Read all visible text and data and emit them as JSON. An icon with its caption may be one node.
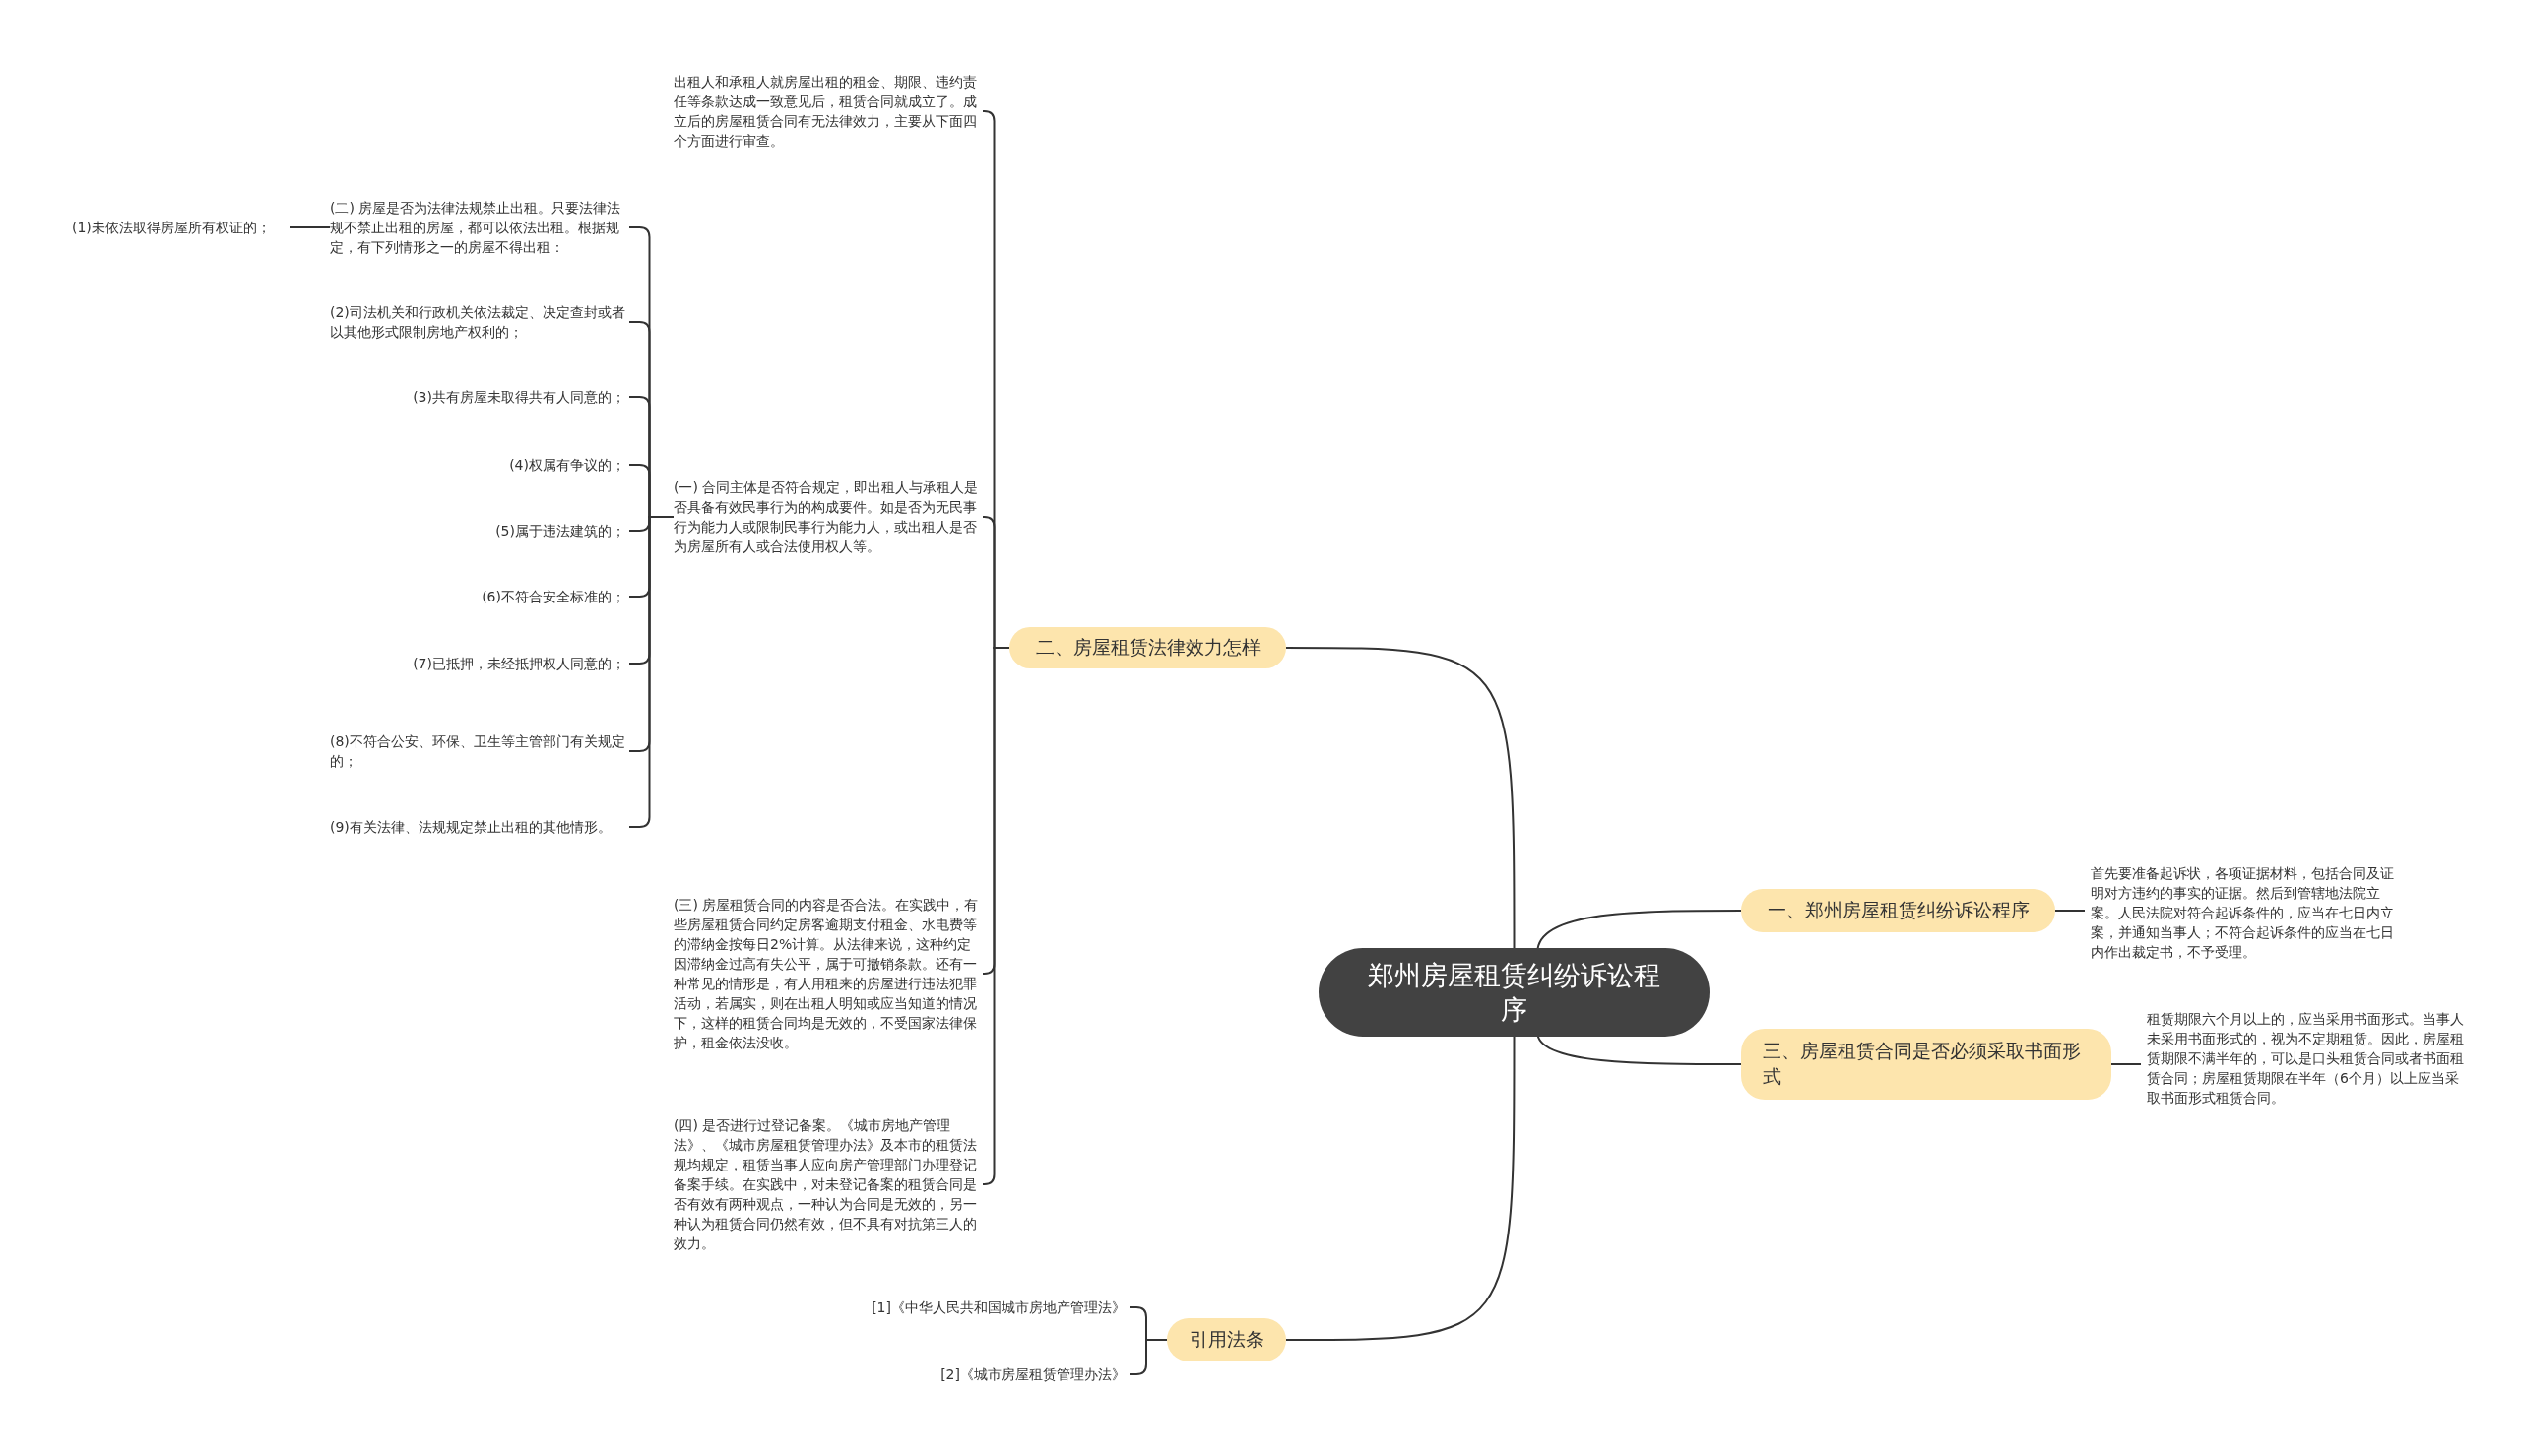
{
  "diagram": {
    "nodes": [
      {
        "text": [
          "郑州房屋租赁纠纷诉讼程序"
        ]
      },
      {
        "text": [
          "二、房屋租赁法律效力怎样"
        ]
      },
      {
        "text": [
          "出租人和承租人就房屋出租的租金、期限、违约责任等条款达成一致意见后，租赁合同就成立了。成立后的房屋租赁合同有无法律效力，主要从下面四个方面进行审查。"
        ]
      },
      {
        "text": [
          "(一) 合同主体是否符合规定，即出租人与承租人是否具备有效民事行为的构成要件。如是否为无民事行为能力人或限制民事行为能力人，或出租人是否为房屋所有人或合法使用权人等。"
        ]
      },
      {
        "text": [
          "(二) 房屋是否为法律法规禁止出租。只要法律法规不禁止出租的房屋，都可以依法出租。根据规定，有下列情形之一的房屋不得出租："
        ]
      },
      {
        "text": [
          "(1)未依法取得房屋所有权证的；"
        ]
      },
      {
        "text": [
          "(2)司法机关和行政机关依法裁定、决定查封或者以其他形式限制房地产权利的；"
        ]
      },
      {
        "text": [
          "(3)共有房屋未取得共有人同意的；"
        ]
      },
      {
        "text": [
          "(4)权属有争议的；"
        ]
      },
      {
        "text": [
          "(5)属于违法建筑的；"
        ]
      },
      {
        "text": [
          "(6)不符合安全标准的；"
        ]
      },
      {
        "text": [
          "(7)已抵押，未经抵押权人同意的；"
        ]
      },
      {
        "text": [
          "(8)不符合公安、环保、卫生等主管部门有关规定的；"
        ]
      },
      {
        "text": [
          "(9)有关法律、法规规定禁止出租的其他情形。"
        ]
      },
      {
        "text": [
          "(三) 房屋租赁合同的内容是否合法。在实践中，有些房屋租赁合同约定房客逾期支付租金、水电费等的滞纳金按每日2%计算。从法律来说，这种约定因滞纳金过高有失公平，属于可撤销条款。还有一种常见的情形是，有人用租来的房屋进行违法犯罪活动，若属实，则在出租人明知或应当知道的情况下，这样的租赁合同均是无效的，不受国家法律保护，租金依法没收。"
        ]
      },
      {
        "text": [
          "(四) 是否进行过登记备案。《城市房地产管理法》、《城市房屋租赁管理办法》及本市的租赁法规均规定，租赁当事人应向房产管理部门办理登记备案手续。在实践中，对未登记备案的租赁合同是否有效有两种观点，一种认为合同是无效的，另一种认为租赁合同仍然有效，但不具有对抗第三人的效力。"
        ]
      },
      {
        "text": [
          "一、郑州房屋租赁纠纷诉讼程序"
        ]
      },
      {
        "text": [
          "首先要准备起诉状，各项证据材料，包括合同及证明对方违约的事实的证据。然后到管辖地法院立案。人民法院对符合起诉条件的，应当在七日内立案，并通知当事人；不符合起诉条件的应当在七日内作出裁定书，不予受理。"
        ]
      },
      {
        "text": [
          "三、房屋租赁合同是否必须采取书面形式"
        ]
      },
      {
        "text": [
          "租赁期限六个月以上的，应当采用书面形式。当事人未采用书面形式的，视为不定期租赁。因此，房屋租赁期限不满半年的，可以是口头租赁合同或者书面租赁合同；房屋租赁期限在半年（6个月）以上应当采取书面形式租赁合同。"
        ]
      },
      {
        "text": [
          "引用法条"
        ]
      },
      {
        "text": [
          "[1]《中华人民共和国城市房地产管理法》"
        ]
      },
      {
        "text": [
          "[2]《城市房屋租赁管理办法》"
        ]
      }
    ],
    "edges": [
      {
        "from": 0,
        "to": 1,
        "arrow": "none"
      },
      {
        "from": 1,
        "to": 2,
        "arrow": "none"
      },
      {
        "from": 1,
        "to": 3,
        "arrow": "none"
      },
      {
        "from": 1,
        "to": 14,
        "arrow": "none"
      },
      {
        "from": 1,
        "to": 15,
        "arrow": "none"
      },
      {
        "from": 3,
        "to": 4,
        "arrow": "none"
      },
      {
        "from": 4,
        "to": 5,
        "arrow": "none"
      },
      {
        "from": 3,
        "to": 6,
        "arrow": "none"
      },
      {
        "from": 3,
        "to": 7,
        "arrow": "none"
      },
      {
        "from": 3,
        "to": 8,
        "arrow": "none"
      },
      {
        "from": 3,
        "to": 9,
        "arrow": "none"
      },
      {
        "from": 3,
        "to": 10,
        "arrow": "none"
      },
      {
        "from": 3,
        "to": 11,
        "arrow": "none"
      },
      {
        "from": 3,
        "to": 12,
        "arrow": "none"
      },
      {
        "from": 3,
        "to": 13,
        "arrow": "none"
      },
      {
        "from": 0,
        "to": 16,
        "arrow": "none"
      },
      {
        "from": 16,
        "to": 17,
        "arrow": "none"
      },
      {
        "from": 0,
        "to": 18,
        "arrow": "none"
      },
      {
        "from": 18,
        "to": 19,
        "arrow": "none"
      },
      {
        "from": 0,
        "to": 20,
        "arrow": "none"
      },
      {
        "from": 20,
        "to": 21,
        "arrow": "none"
      },
      {
        "from": 20,
        "to": 22,
        "arrow": "none"
      }
    ]
  }
}
